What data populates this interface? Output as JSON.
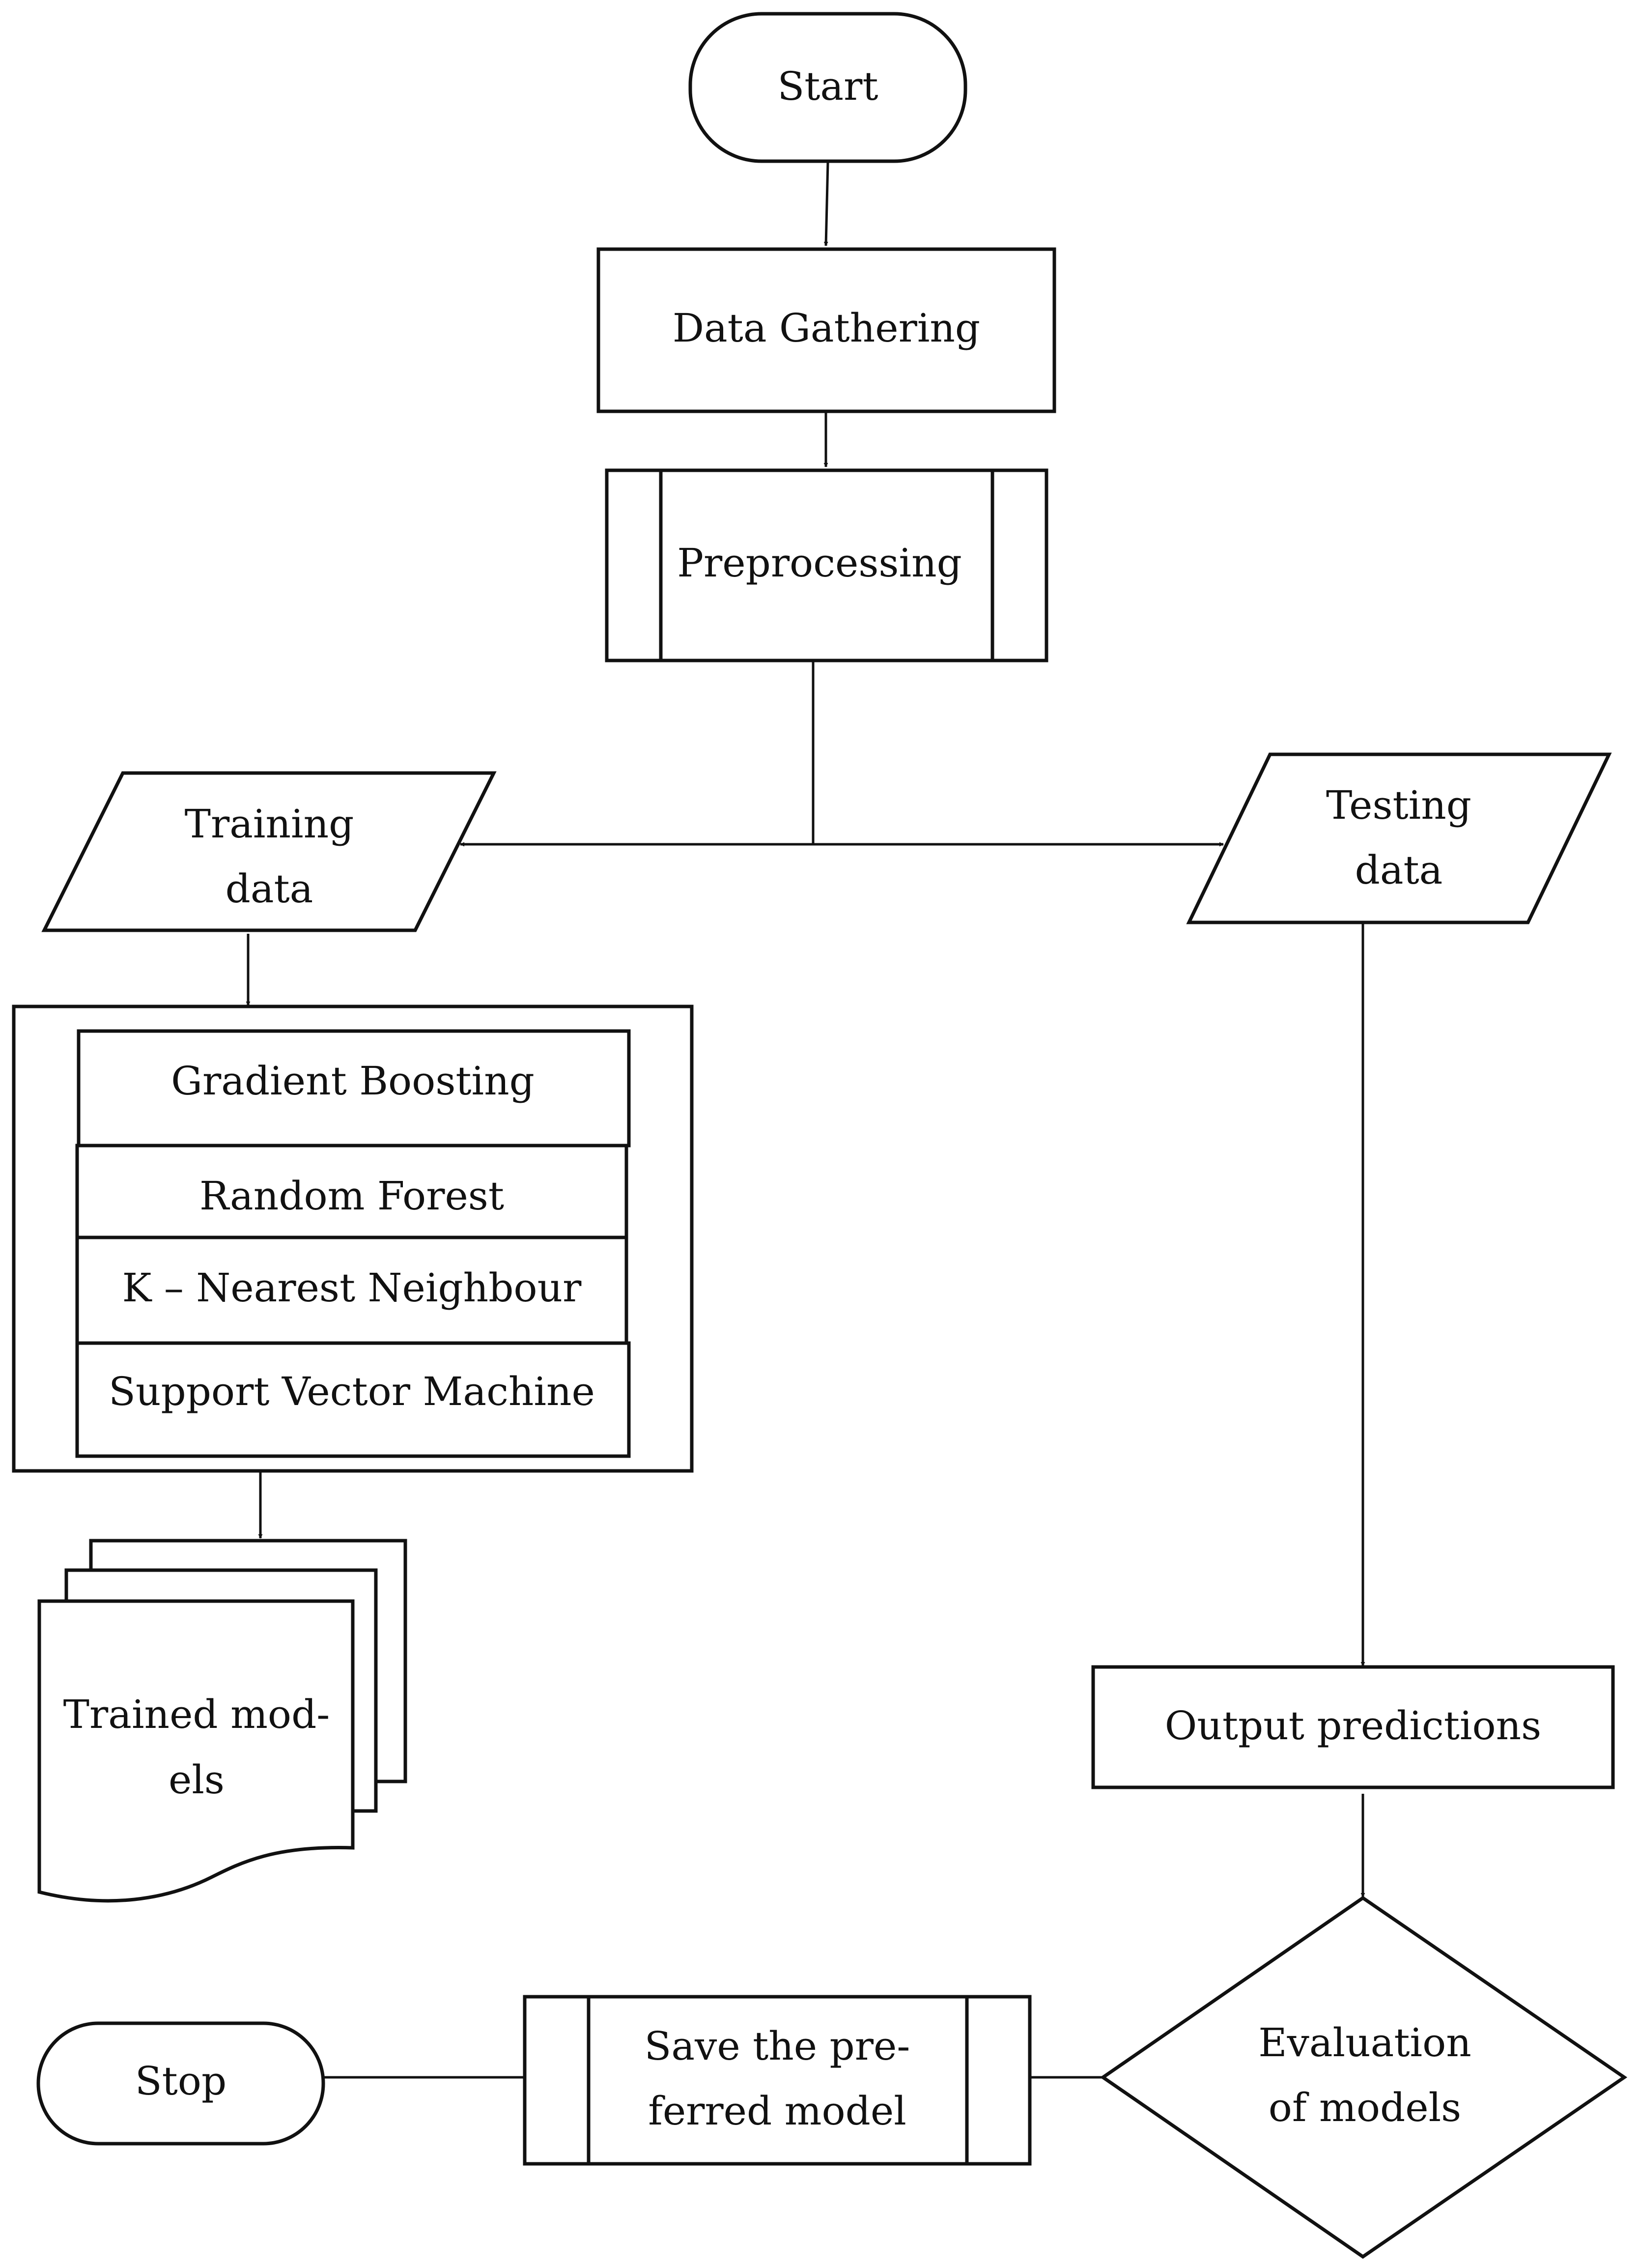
{
  "nodes": {
    "start": "Start",
    "data_gathering": "Data Gathering",
    "preprocessing": "Preprocessing",
    "training_data": [
      "Training",
      "data"
    ],
    "testing_data": [
      "Testing",
      "data"
    ],
    "models": [
      "Gradient Boosting",
      "Random Forest",
      "K – Nearest Neighbour",
      "Support Vector Machine"
    ],
    "trained_models": [
      "Trained mod-",
      "els"
    ],
    "output_predictions": "Output predictions",
    "evaluation": [
      "Evaluation",
      "of models"
    ],
    "save_model": [
      "Save the pre-",
      "ferred model"
    ],
    "stop": "Stop"
  }
}
